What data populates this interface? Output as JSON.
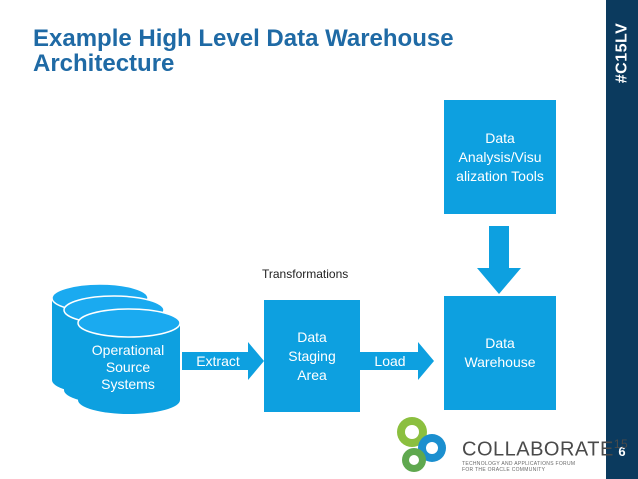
{
  "title": "Example High Level Data Warehouse Architecture",
  "hashtag": "#C15LV",
  "page_number": "6",
  "nodes": {
    "operational": "Operational Source Systems",
    "staging": "Data Staging Area",
    "warehouse": "Data Warehouse",
    "analysis": "Data Analysis/Visu alization Tools"
  },
  "edges": {
    "extract": "Extract",
    "load": "Load",
    "transformations": "Transformations"
  },
  "logo": {
    "name": "COLLABORATE",
    "number": "15",
    "tagline_1": "TECHNOLOGY AND APPLICATIONS FORUM",
    "tagline_2": "FOR THE ORACLE COMMUNITY"
  },
  "colors": {
    "box": "#0da0e0",
    "title": "#1f6aa5",
    "sidebar": "#0b3a5e"
  }
}
